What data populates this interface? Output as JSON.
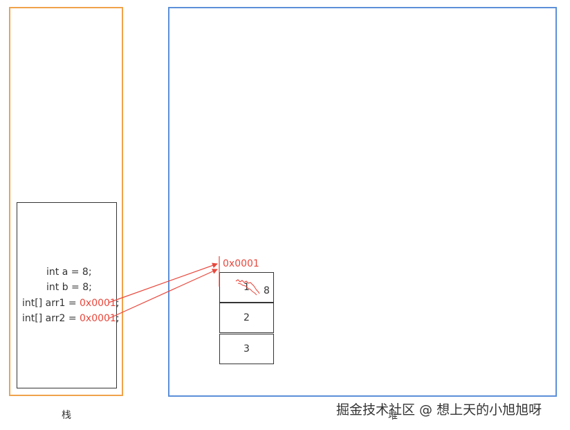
{
  "stack": {
    "label": "栈",
    "lines": {
      "line1": "int a = 8;",
      "line2": "int b = 8;",
      "line3_prefix": "int[] arr1 = ",
      "line3_addr": "0x0001",
      "line3_suffix": ";",
      "line4_prefix": "int[] arr2 = ",
      "line4_addr": "0x0001",
      "line4_suffix": ";"
    }
  },
  "heap": {
    "label": "堆",
    "address": "0x0001",
    "cells": [
      "1",
      "2",
      "3"
    ],
    "new_value": "8"
  },
  "colors": {
    "stack_border": "#f0a24a",
    "heap_border": "#5b8fd8",
    "pointer": "#e8473c"
  },
  "watermark": "掘金技术社区 @ 想上天的小旭旭呀"
}
